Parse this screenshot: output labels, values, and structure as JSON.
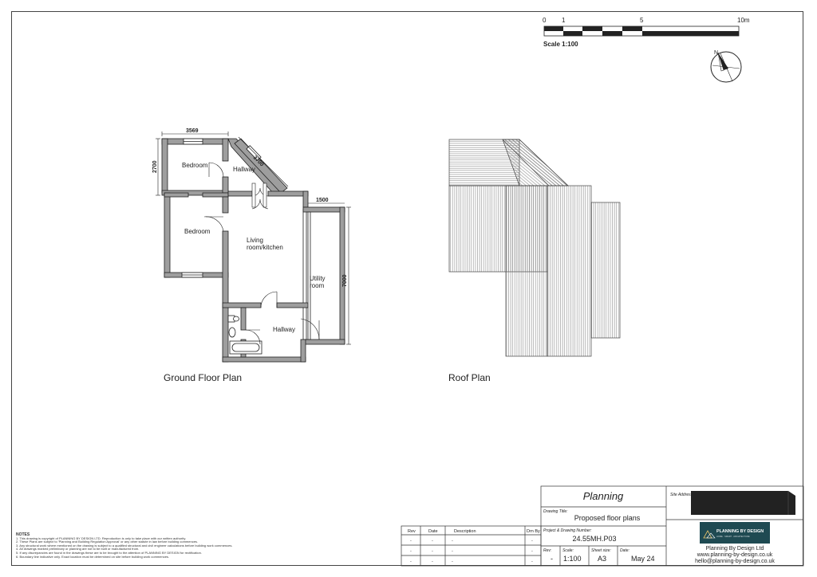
{
  "scale_bar": {
    "ticks": [
      "0",
      "1",
      "5",
      "10m"
    ],
    "caption": "Scale 1:100"
  },
  "compass": {
    "north_label": "N"
  },
  "ground_floor": {
    "title": "Ground Floor Plan",
    "dimensions": {
      "top_width": "3569",
      "left_height": "2700",
      "angled": "3700",
      "utility_width": "1500",
      "utility_height": "7000"
    },
    "rooms": {
      "bedroom_top": "Bedroom",
      "hallway_top": "Hallway",
      "bedroom_left": "Bedroom",
      "living_line1": "Living",
      "living_line2": "room/kitchen",
      "utility_line1": "Utility",
      "utility_line2": "room",
      "hallway_bottom": "Hallway"
    }
  },
  "roof": {
    "title": "Roof Plan"
  },
  "revision_table": {
    "headers": [
      "Rev",
      "Date",
      "Description",
      "Drn By"
    ],
    "rows": [
      [
        "-",
        "-",
        "-",
        "-"
      ],
      [
        "-",
        "-",
        "-",
        "-"
      ],
      [
        "-",
        "-",
        "-",
        "-"
      ]
    ]
  },
  "title_block": {
    "stage": "Planning",
    "drawing_title_label": "Drawing Title:",
    "drawing_title": "Proposed floor plans",
    "project_label": "Project & Drawing Number:",
    "project_number": "24.55MH.P03",
    "rev_label": "Rev:",
    "rev": "-",
    "scale_label": "Scale:",
    "scale": "1:100",
    "sheet_label": "Sheet size:",
    "sheet": "A3",
    "date_label": "Date:",
    "date": "May 24",
    "site_label": "Site Address:"
  },
  "company": {
    "logo_text": "PLANNING BY DESIGN",
    "logo_tagline": "HOME · SMART · ARCHITECTURE",
    "name": "Planning By Design Ltd",
    "website": "www.planning-by-design.co.uk",
    "email": "hello@planning-by-design.co.uk"
  },
  "notes": {
    "heading": "NOTES",
    "lines": [
      "1. This drawing is copyright of PLANNING BY DESIGN LTD. Reproduction is only to take place with our written authority.",
      "2. These Plans are subject to 'Planning and Building Regulation Approval' or any other statute in law before building commences.",
      "3. Any structural work where mentioned on the drawing is subject to a qualified structural and civil engineer calculations before building work commences.",
      "4. All drawings marked preliminary or planning are not to be built or manufactured from.",
      "5. If any discrepancies are found in the drawings these are to be brought to the attention of PLANNING BY DESIGN for rectification.",
      "6. Boundary line indicative only. Exact location must be determined on site before building work commences."
    ]
  },
  "colors": {
    "wall": "#9e9e9e",
    "line": "#222222",
    "logo_bg": "#1f4a52",
    "redaction": "#222222"
  }
}
